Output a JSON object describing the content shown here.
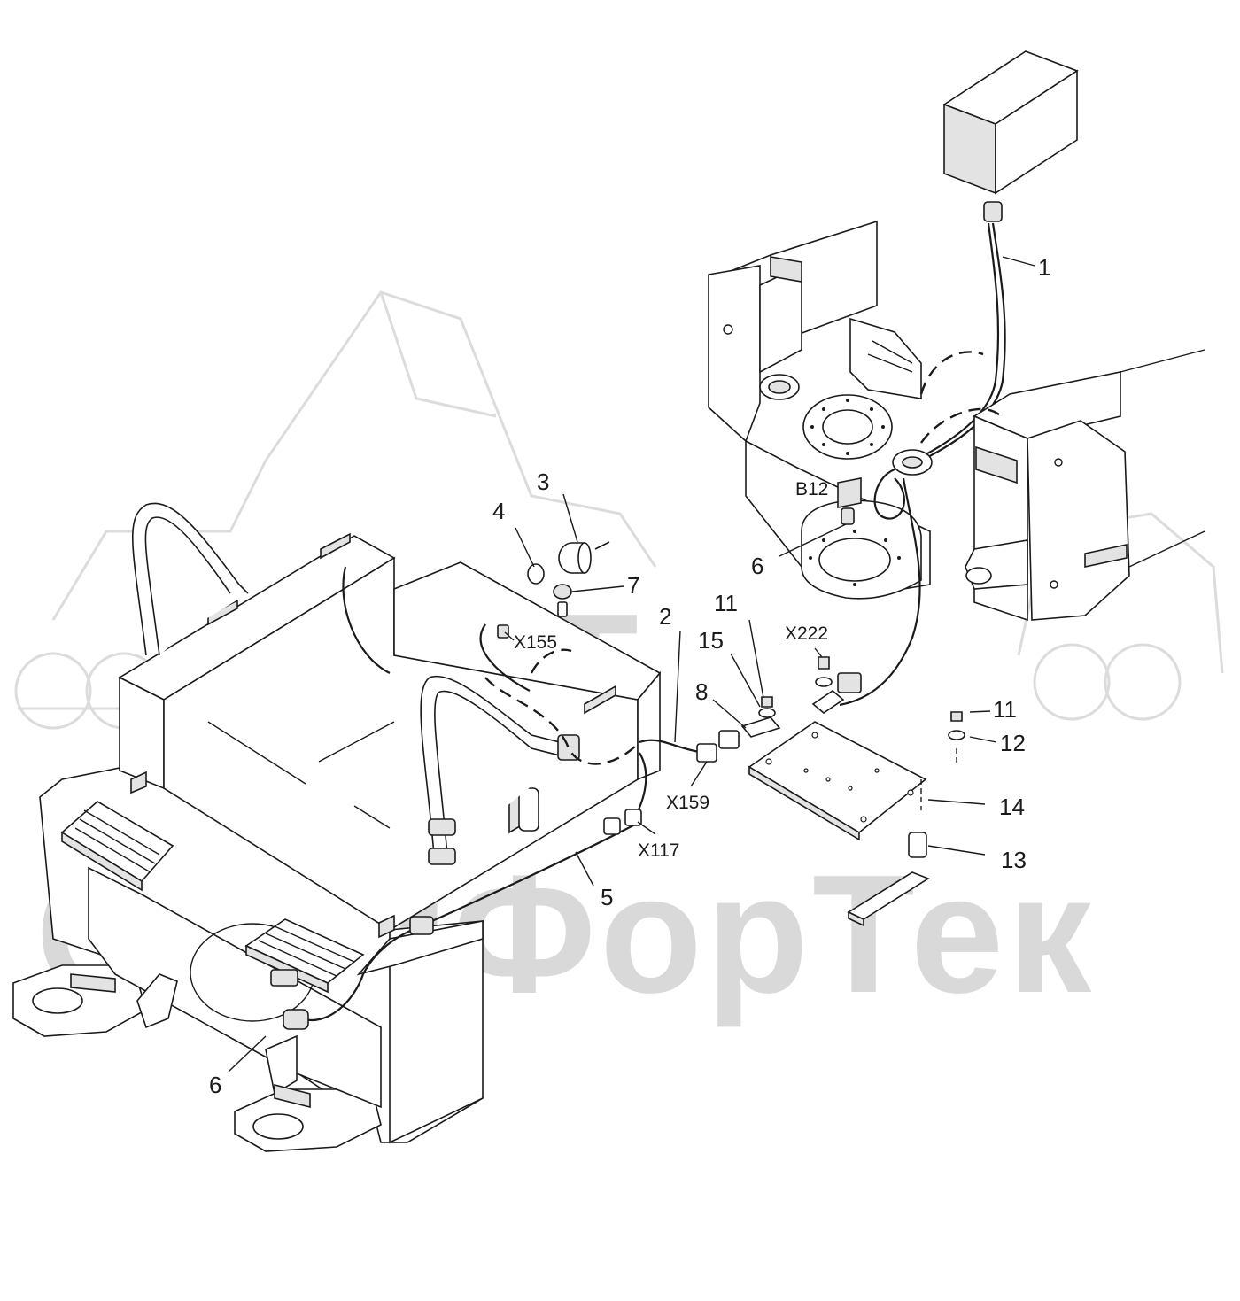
{
  "watermark": {
    "logo_text": "SFT",
    "company_name": "СкайФорТек"
  },
  "callouts": {
    "c1": "1",
    "c2": "2",
    "c3": "3",
    "c4": "4",
    "c5": "5",
    "c6a": "6",
    "c6b": "6",
    "c7": "7",
    "c8": "8",
    "c11a": "11",
    "c11b": "11",
    "c12": "12",
    "c13": "13",
    "c14": "14",
    "c15": "15"
  },
  "connectors": {
    "b12": "B12",
    "x155": "X155",
    "x159": "X159",
    "x117": "X117",
    "x222": "X222"
  }
}
